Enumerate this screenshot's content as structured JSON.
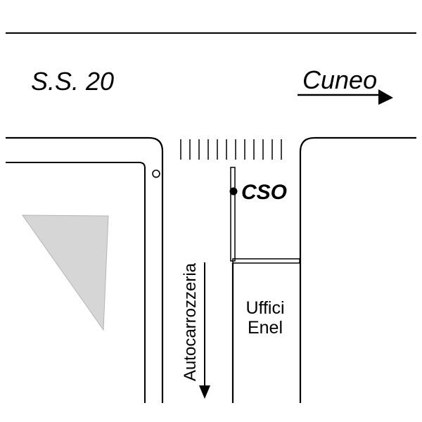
{
  "colors": {
    "background": "#ffffff",
    "line": "#000000",
    "triangle_fill": "#d6d6d6"
  },
  "labels": {
    "main_road": "S.S. 20",
    "direction": "Cuneo",
    "junction_marker": "CSO",
    "building_line1": "Uffici",
    "building_line2": "Enel",
    "side_activity": "Autocarrozzeria"
  }
}
